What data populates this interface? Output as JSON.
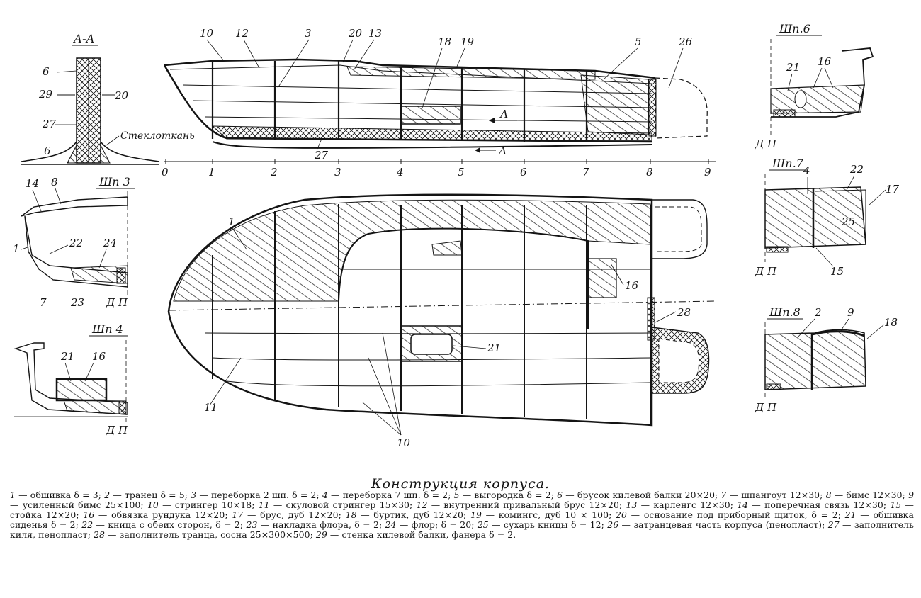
{
  "section_titles": {
    "aa": "А-А",
    "shp3": "Шп 3",
    "shp4": "Шп 4",
    "shp6": "Шп.6",
    "shp7": "Шп.7",
    "shp8": "Шп.8"
  },
  "section_aa": {
    "labels": [
      "6",
      "29",
      "20",
      "27",
      "6"
    ],
    "steklotkan": "Стеклоткань"
  },
  "dp_label": "Д П",
  "side_view": {
    "frame_numbers": [
      "0",
      "1",
      "2",
      "3",
      "4",
      "5",
      "6",
      "7",
      "8",
      "9"
    ],
    "section_marker": "А",
    "labels": [
      "10",
      "12",
      "3",
      "20",
      "13",
      "18",
      "19",
      "5",
      "26",
      "27"
    ]
  },
  "plan_view": {
    "labels": [
      "1",
      "16",
      "28",
      "21",
      "11",
      "10"
    ]
  },
  "shp3_labels": [
    "14",
    "8",
    "1",
    "22",
    "24",
    "7",
    "23"
  ],
  "shp4_labels": [
    "21",
    "16"
  ],
  "shp6_labels": [
    "21",
    "16"
  ],
  "shp7_labels": [
    "4",
    "22",
    "17",
    "25",
    "15"
  ],
  "shp8_labels": [
    "2",
    "9",
    "18"
  ],
  "caption": {
    "title": "Конструкция корпуса.",
    "items": [
      {
        "num": "1",
        "text": "обшивка δ = 3;"
      },
      {
        "num": "2",
        "text": "транец δ = 5;"
      },
      {
        "num": "3",
        "text": "переборка 2 шп. δ = 2;"
      },
      {
        "num": "4",
        "text": "переборка 7 шп. δ = 2;"
      },
      {
        "num": "5",
        "text": "выгородка δ = 2;"
      },
      {
        "num": "6",
        "text": "брусок килевой балки 20×20;"
      },
      {
        "num": "7",
        "text": "шпангоут 12×30;"
      },
      {
        "num": "8",
        "text": "бимс 12×30;"
      },
      {
        "num": "9",
        "text": "усиленный бимс 25×100;"
      },
      {
        "num": "10",
        "text": "стрингер 10×18;"
      },
      {
        "num": "11",
        "text": "скуловой стрингер 15×30;"
      },
      {
        "num": "12",
        "text": "внутренний привальный брус 12×20;"
      },
      {
        "num": "13",
        "text": "карленгс 12×30;"
      },
      {
        "num": "14",
        "text": "поперечная связь 12×30;"
      },
      {
        "num": "15",
        "text": "стойка 12×20;"
      },
      {
        "num": "16",
        "text": "обвязка рундука 12×20;"
      },
      {
        "num": "17",
        "text": "брус, дуб 12×20;"
      },
      {
        "num": "18",
        "text": "буртик, дуб 12×20;"
      },
      {
        "num": "19",
        "text": "комингс, дуб 10 × 100;"
      },
      {
        "num": "20",
        "text": "основание под приборный щиток, δ = 2;"
      },
      {
        "num": "21",
        "text": "обшивка сиденья δ = 2;"
      },
      {
        "num": "22",
        "text": "кница с обеих сторон, δ = 2;"
      },
      {
        "num": "23",
        "text": "накладка флора, δ = 2;"
      },
      {
        "num": "24",
        "text": "флор; δ = 20;"
      },
      {
        "num": "25",
        "text": "сухарь кницы δ = 12;"
      },
      {
        "num": "26",
        "text": "затранцевая часть корпуса (пенопласт);"
      },
      {
        "num": "27",
        "text": "заполнитель киля, пенопласт;"
      },
      {
        "num": "28",
        "text": "заполнитель транца, сосна 25×300×500;"
      },
      {
        "num": "29",
        "text": "стенка килевой балки, фанера δ = 2."
      }
    ]
  }
}
